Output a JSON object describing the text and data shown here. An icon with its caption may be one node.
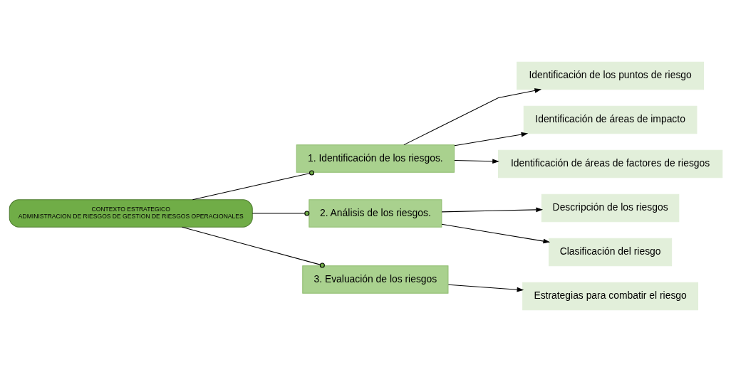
{
  "diagram": {
    "nodes": [
      {
        "text": [
          "CONTEXTO ESTRATEGICO",
          "ADMINISTRACION DE RIESGOS DE GESTION DE RIESGOS OPERACIONALES"
        ]
      },
      {
        "text": [
          "1. Identificación de los riesgos."
        ]
      },
      {
        "text": [
          "2. Análisis de los riesgos."
        ]
      },
      {
        "text": [
          "3. Evaluación de los riesgos"
        ]
      },
      {
        "text": [
          "Identificación de los puntos de riesgo"
        ]
      },
      {
        "text": [
          "Identificación de áreas de impacto"
        ]
      },
      {
        "text": [
          "Identificación de áreas de factores de riesgos"
        ]
      },
      {
        "text": [
          "Descripción de los riesgos"
        ]
      },
      {
        "text": [
          "Clasificación del riesgo"
        ]
      },
      {
        "text": [
          "Estrategias para combatir el riesgo"
        ]
      }
    ],
    "edges": [
      {
        "from": 0,
        "to": 1,
        "arrow": "other"
      },
      {
        "from": 0,
        "to": 2,
        "arrow": "other"
      },
      {
        "from": 0,
        "to": 3,
        "arrow": "other"
      },
      {
        "from": 1,
        "to": 4,
        "arrow": "to"
      },
      {
        "from": 1,
        "to": 5,
        "arrow": "to"
      },
      {
        "from": 1,
        "to": 6,
        "arrow": "to"
      },
      {
        "from": 2,
        "to": 7,
        "arrow": "to"
      },
      {
        "from": 2,
        "to": 8,
        "arrow": "to"
      },
      {
        "from": 3,
        "to": 9,
        "arrow": "to"
      }
    ]
  }
}
